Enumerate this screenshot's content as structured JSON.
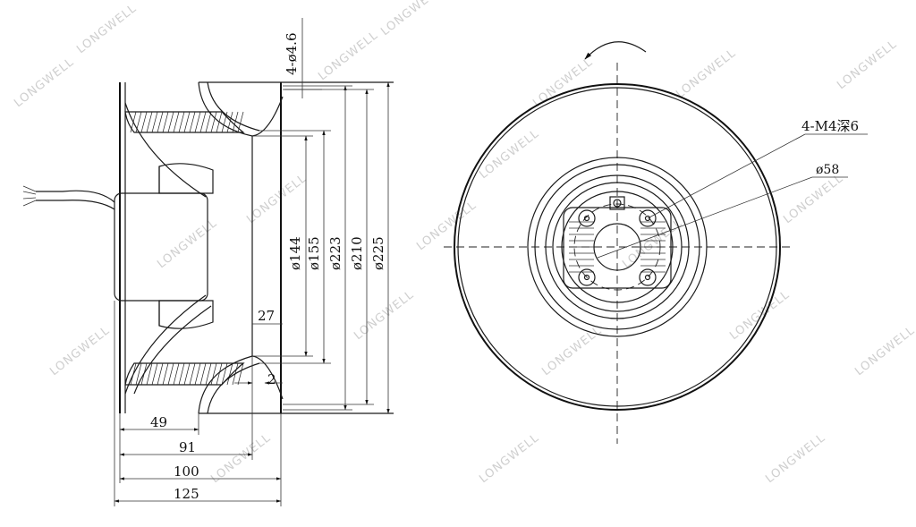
{
  "watermark": "LONGWELL",
  "side_view": {
    "dimensions": {
      "hole_pattern": "4-ø4.6",
      "d144": "ø144",
      "d155": "ø155",
      "d223": "ø223",
      "d210": "ø210",
      "d225": "ø225",
      "w27": "27",
      "w2": "2",
      "l49": "49",
      "l91": "91",
      "l100": "100",
      "l125": "125"
    }
  },
  "front_view": {
    "callouts": {
      "threaded_holes": "4-M4深6",
      "hub_diameter": "ø58"
    }
  }
}
